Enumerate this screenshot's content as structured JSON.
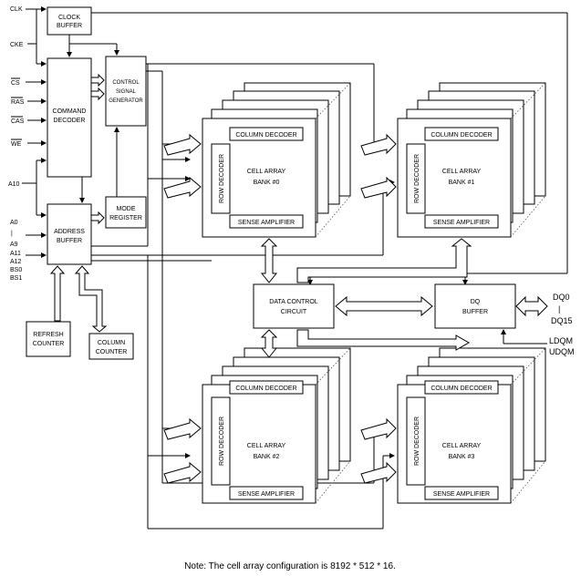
{
  "signals": {
    "clk": "CLK",
    "cke": "CKE",
    "cs": "CS",
    "ras": "RAS",
    "cas": "CAS",
    "we": "WE",
    "a10": "A10",
    "a0": "A0",
    "dash": "|",
    "a9": "A9",
    "a11": "A11",
    "a12": "A12",
    "bs0": "BS0",
    "bs1": "BS1",
    "dq0": "DQ0",
    "dq_sep": "|",
    "dq15": "DQ15",
    "ldqm": "LDQM",
    "udqm": "UDQM"
  },
  "blocks": {
    "clock_buffer": [
      "CLOCK",
      "BUFFER"
    ],
    "command_decoder": [
      "COMMAND",
      "DECODER"
    ],
    "control_signal_generator": [
      "CONTROL",
      "SIGNAL",
      "GENERATOR"
    ],
    "mode_register": [
      "MODE",
      "REGISTER"
    ],
    "address_buffer": [
      "ADDRESS",
      "BUFFER"
    ],
    "refresh_counter": [
      "REFRESH",
      "COUNTER"
    ],
    "column_counter": [
      "COLUMN",
      "COUNTER"
    ],
    "data_control_circuit": [
      "DATA CONTROL",
      "CIRCUIT"
    ],
    "dq_buffer": [
      "DQ",
      "BUFFER"
    ]
  },
  "banks": [
    {
      "column_decoder": "COLUMN DECODER",
      "row_decoder": "ROW DECODER",
      "title": "CELL ARRAY",
      "name": "BANK #0",
      "sense_amplifier": "SENSE AMPLIFIER"
    },
    {
      "column_decoder": "COLUMN DECODER",
      "row_decoder": "ROW DECODER",
      "title": "CELL ARRAY",
      "name": "BANK #1",
      "sense_amplifier": "SENSE AMPLIFIER"
    },
    {
      "column_decoder": "COLUMN DECODER",
      "row_decoder": "ROW DECODER",
      "title": "CELL ARRAY",
      "name": "BANK #2",
      "sense_amplifier": "SENSE AMPLIFIER"
    },
    {
      "column_decoder": "COLUMN DECODER",
      "row_decoder": "ROW DECODER",
      "title": "CELL ARRAY",
      "name": "BANK #3",
      "sense_amplifier": "SENSE AMPLIFIER"
    }
  ],
  "note": "Note: The cell array configuration is 8192 * 512 * 16."
}
